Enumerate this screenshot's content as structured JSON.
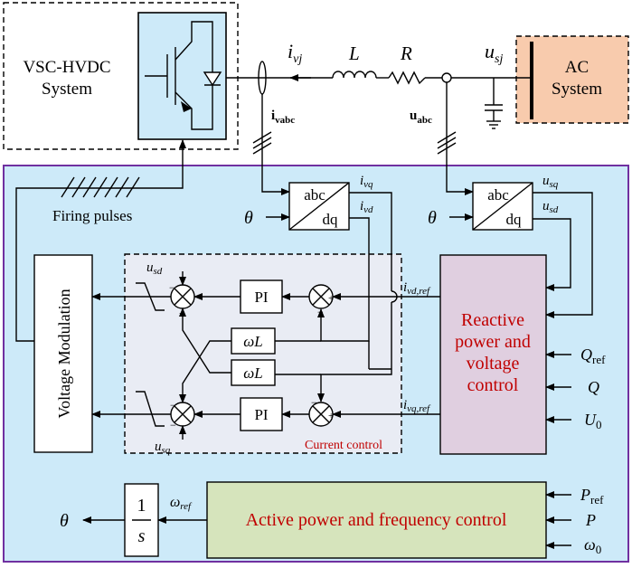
{
  "blocks": {
    "vsc_hvdc": [
      "VSC-HVDC",
      "System"
    ],
    "ac_system": [
      "AC",
      "System"
    ],
    "voltage_modulation": "Voltage Modulation",
    "pi_top": "PI",
    "pi_bottom": "PI",
    "omega_l_top": "ωL",
    "omega_l_bottom": "ωL",
    "abc_dq_left": {
      "top": "abc",
      "bottom": "dq"
    },
    "abc_dq_right": {
      "top": "abc",
      "bottom": "dq"
    },
    "reactive": [
      "Reactive",
      "power and",
      "voltage",
      "control"
    ],
    "active": "Active power and frequency control",
    "integrator": {
      "num": "1",
      "den": "s"
    },
    "current_control": "Current control"
  },
  "labels": {
    "ivj": {
      "main": "i",
      "sub": "vj"
    },
    "L": "L",
    "R": "R",
    "usj": {
      "main": "u",
      "sub": "sj"
    },
    "ivabc": {
      "main": "i",
      "sub": "vabc"
    },
    "uabc": {
      "main": "u",
      "sub": "abc"
    },
    "firing": "Firing pulses",
    "theta1": "θ",
    "theta2": "θ",
    "theta_out": "θ",
    "ivq": {
      "main": "i",
      "sub": "vq"
    },
    "ivd": {
      "main": "i",
      "sub": "vd"
    },
    "usq_top": {
      "main": "u",
      "sub": "sq"
    },
    "usd_top": {
      "main": "u",
      "sub": "sd"
    },
    "usd_cc": {
      "main": "u",
      "sub": "sd"
    },
    "usq_cc": {
      "main": "u",
      "sub": "sq"
    },
    "ivd_ref": {
      "main": "i",
      "sub": "vd,ref"
    },
    "ivq_ref": {
      "main": "i",
      "sub": "vq,ref"
    },
    "omega_ref": {
      "main": "ω",
      "sub": "ref"
    },
    "Qref": {
      "main": "Q",
      "sub": "ref"
    },
    "Q": "Q",
    "U0": {
      "main": "U",
      "sub": "0"
    },
    "Pref": {
      "main": "P",
      "sub": "ref"
    },
    "P": "P",
    "omega0": {
      "main": "ω",
      "sub": "0"
    }
  },
  "signs": {
    "plus": "+",
    "minus": "−"
  },
  "colors": {
    "control_bg": "#cdeaf9",
    "control_border": "#7030a0",
    "ac_fill": "#f8cbad",
    "vsc_fill": "#cdeaf9",
    "current_bg": "#e9ecf4",
    "reactive_fill": "#e0cfe0",
    "active_fill": "#d6e4bc",
    "annotation": "#c00000"
  }
}
